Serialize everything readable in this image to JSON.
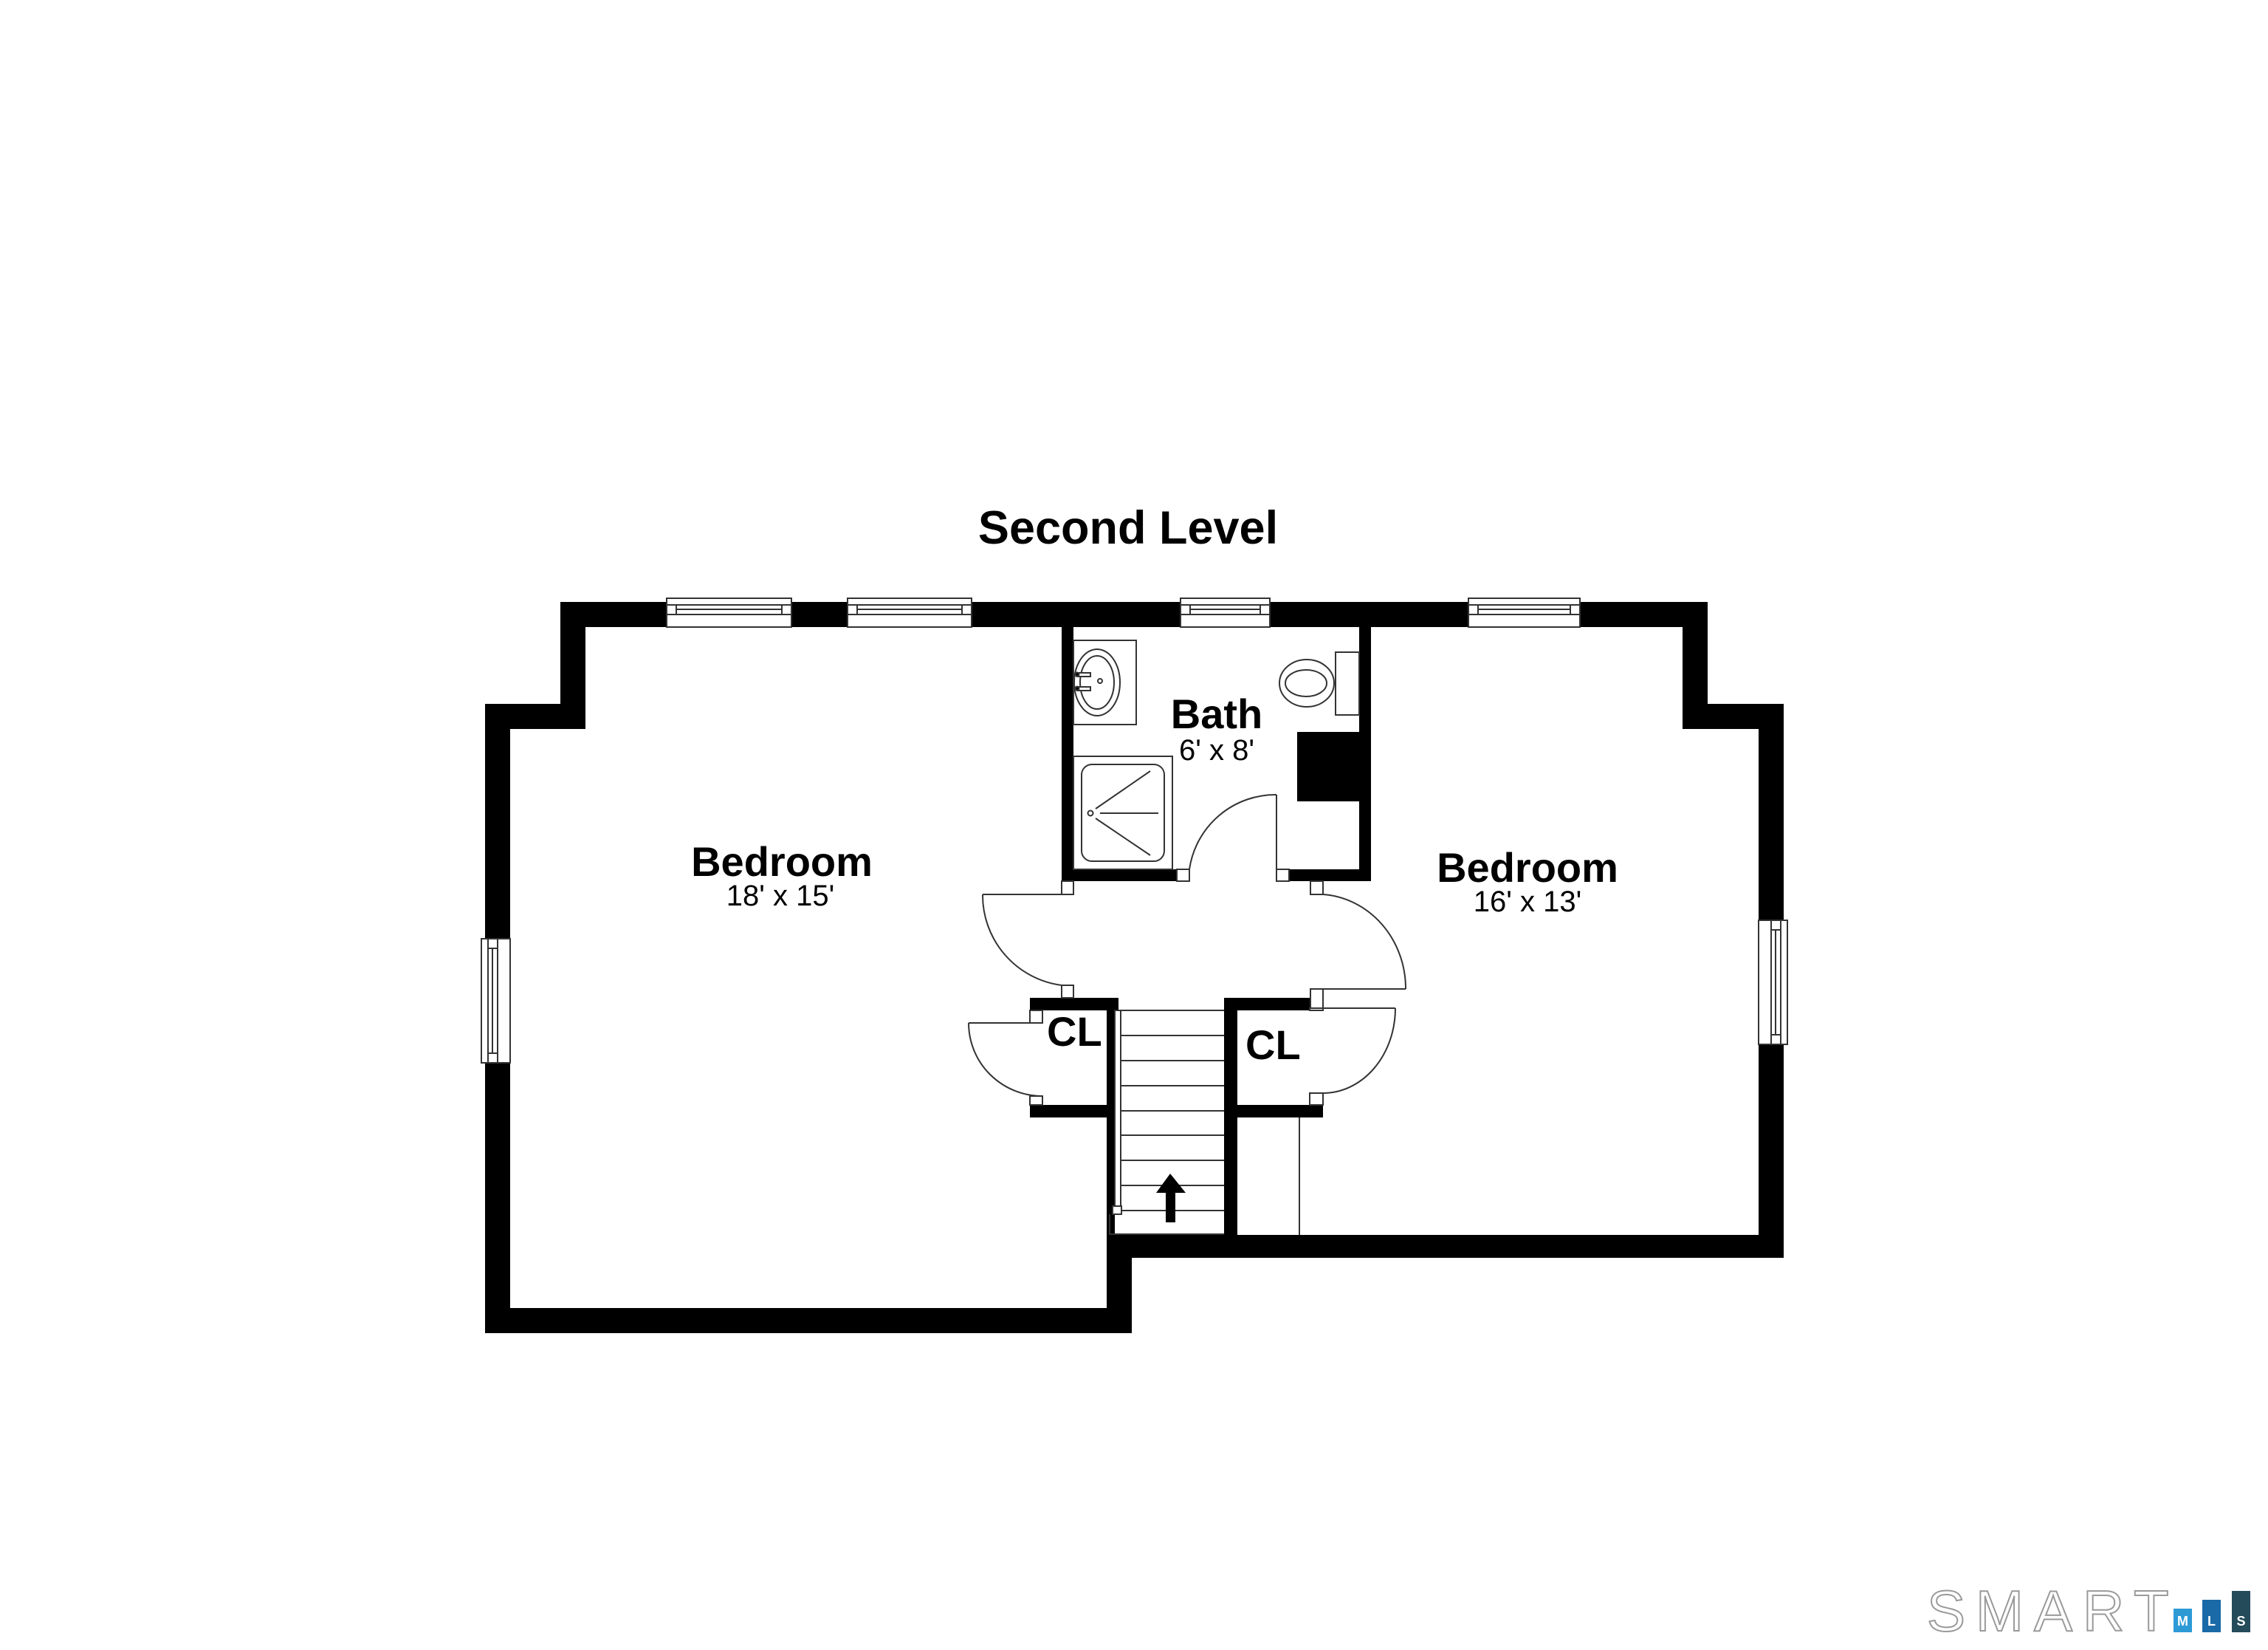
{
  "title": "Second Level",
  "rooms": {
    "bedroom_left": {
      "name": "Bedroom",
      "dimensions": "18' x 15'"
    },
    "bath": {
      "name": "Bath",
      "dimensions": "6' x 8'"
    },
    "bedroom_right": {
      "name": "Bedroom",
      "dimensions": "16' x 13'"
    },
    "closet_left": {
      "name": "CL"
    },
    "closet_right": {
      "name": "CL"
    }
  },
  "stairs": {
    "direction": "up",
    "icon": "arrow-up-icon"
  },
  "colors": {
    "wall": "#000000",
    "background": "#ffffff",
    "logo_outline": "#9a9a9a",
    "logo_m": "#2d9ad6",
    "logo_l": "#1a6aa8",
    "logo_s": "#244b5a"
  },
  "logo": {
    "word": "SMART",
    "letters": [
      "M",
      "L",
      "S"
    ]
  }
}
